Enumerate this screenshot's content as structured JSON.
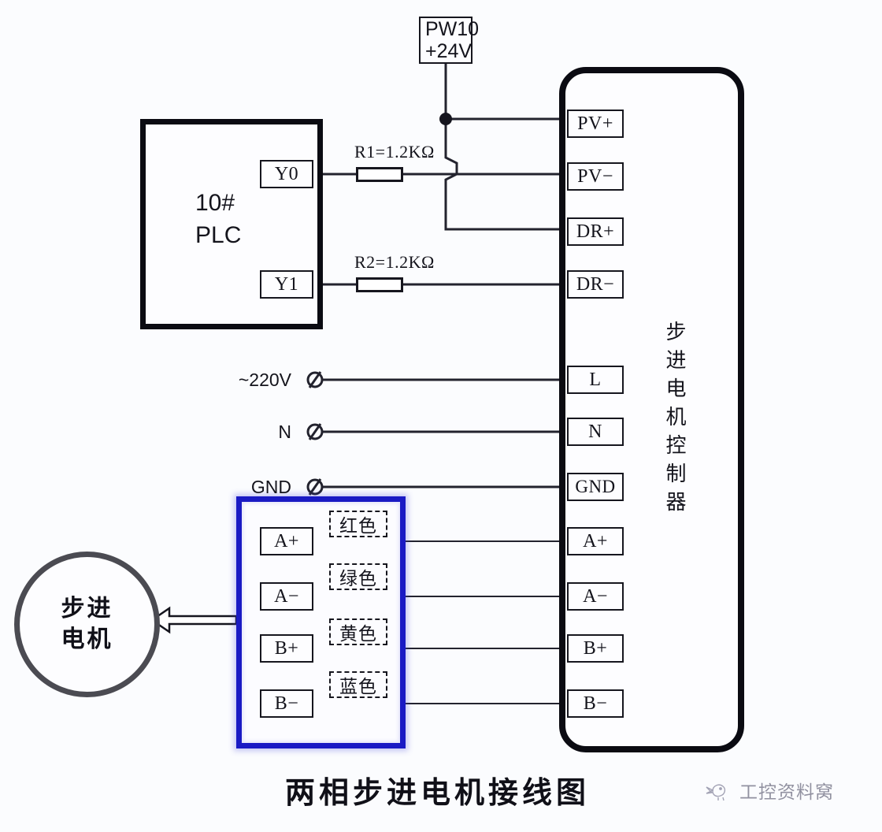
{
  "diagram": {
    "caption": "两相步进电机接线图",
    "background_color": "#fbfcfe",
    "wire_color": "#23232e",
    "blue_block_color": "#1a1ac4"
  },
  "power_supply": {
    "name": "PW10",
    "voltage": "+24V"
  },
  "plc": {
    "id": "10#",
    "type": "PLC",
    "outputs": [
      {
        "label": "Y0"
      },
      {
        "label": "Y1"
      }
    ]
  },
  "resistors": [
    {
      "label": "R1=1.2KΩ"
    },
    {
      "label": "R2=1.2KΩ"
    }
  ],
  "mains": [
    {
      "label": "~220V"
    },
    {
      "label": "N"
    },
    {
      "label": "GND"
    }
  ],
  "controller": {
    "vertical_label": "步进电机控制器",
    "terminals": [
      {
        "label": "PV+"
      },
      {
        "label": "PV−"
      },
      {
        "label": "DR+"
      },
      {
        "label": "DR−"
      },
      {
        "label": "L"
      },
      {
        "label": "N"
      },
      {
        "label": "GND"
      },
      {
        "label": "A+"
      },
      {
        "label": "A−"
      },
      {
        "label": "B+"
      },
      {
        "label": "B−"
      }
    ]
  },
  "terminal_block": {
    "rows": [
      {
        "terminal": "A+",
        "wire_color_label": "红色"
      },
      {
        "terminal": "A−",
        "wire_color_label": "绿色"
      },
      {
        "terminal": "B+",
        "wire_color_label": "黄色"
      },
      {
        "terminal": "B−",
        "wire_color_label": "蓝色"
      }
    ]
  },
  "motor": {
    "label_line1": "步进",
    "label_line2": "电机"
  },
  "watermark": {
    "text": "工控资料窝",
    "icon": "bird-icon"
  }
}
